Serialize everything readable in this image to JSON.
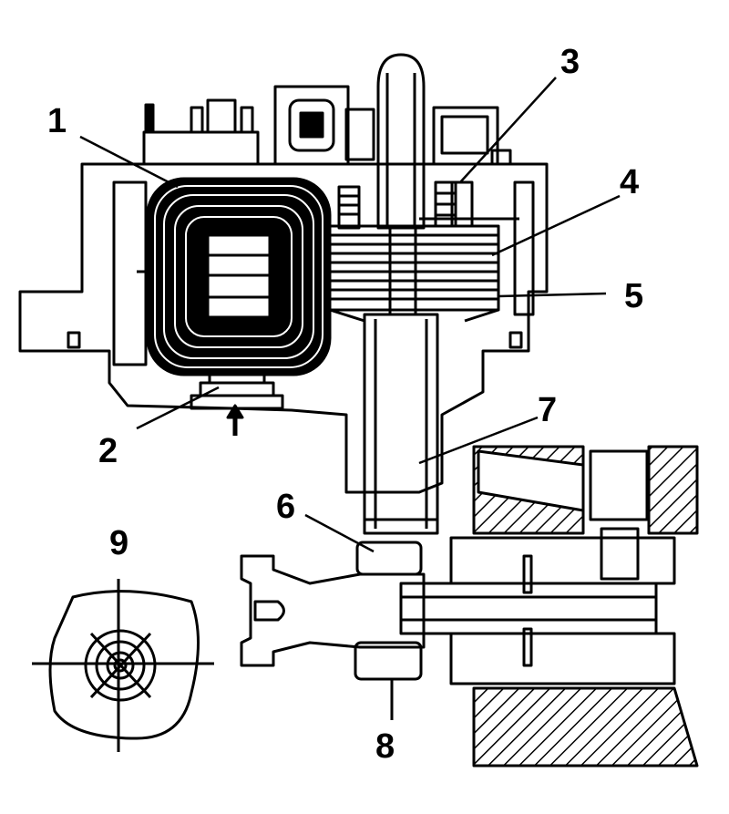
{
  "labels": {
    "n1": "1",
    "n2": "2",
    "n3": "3",
    "n4": "4",
    "n5": "5",
    "n6": "6",
    "n7": "7",
    "n8": "8",
    "n9": "9"
  },
  "colors": {
    "ink": "#000000",
    "paper": "#ffffff"
  }
}
